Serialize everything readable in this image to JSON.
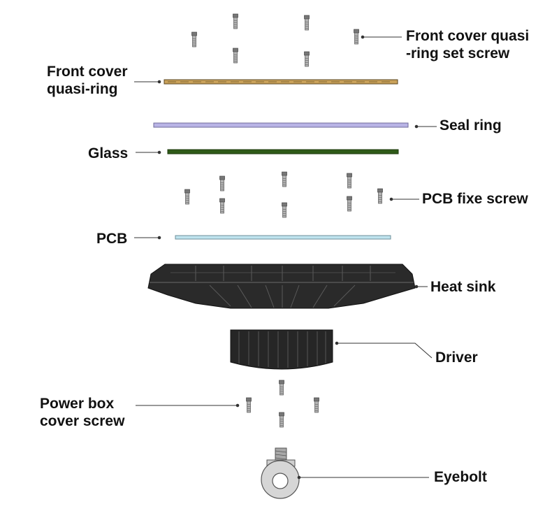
{
  "labels": {
    "front_cover_screw": [
      "Front cover quasi",
      "-ring set screw"
    ],
    "front_cover_ring": [
      "Front cover",
      "quasi-ring"
    ],
    "seal_ring": "Seal ring",
    "glass": "Glass",
    "pcb_screw": "PCB fixe screw",
    "pcb": "PCB",
    "heat_sink": "Heat sink",
    "driver": "Driver",
    "power_box_screw": [
      "Power box",
      "cover screw"
    ],
    "eyebolt": "Eyebolt"
  },
  "colors": {
    "ink": "#111111",
    "leader": "#333333",
    "ring_brass": "#c9a15a",
    "seal_ring": "#b9b4e6",
    "glass": "#2f5a18",
    "pcb": "#bfe3ee",
    "heat_sink": "#2a2a2a",
    "driver": "#262626",
    "screw": "#9a9a9a",
    "eyebolt": "#d6d6d6"
  }
}
